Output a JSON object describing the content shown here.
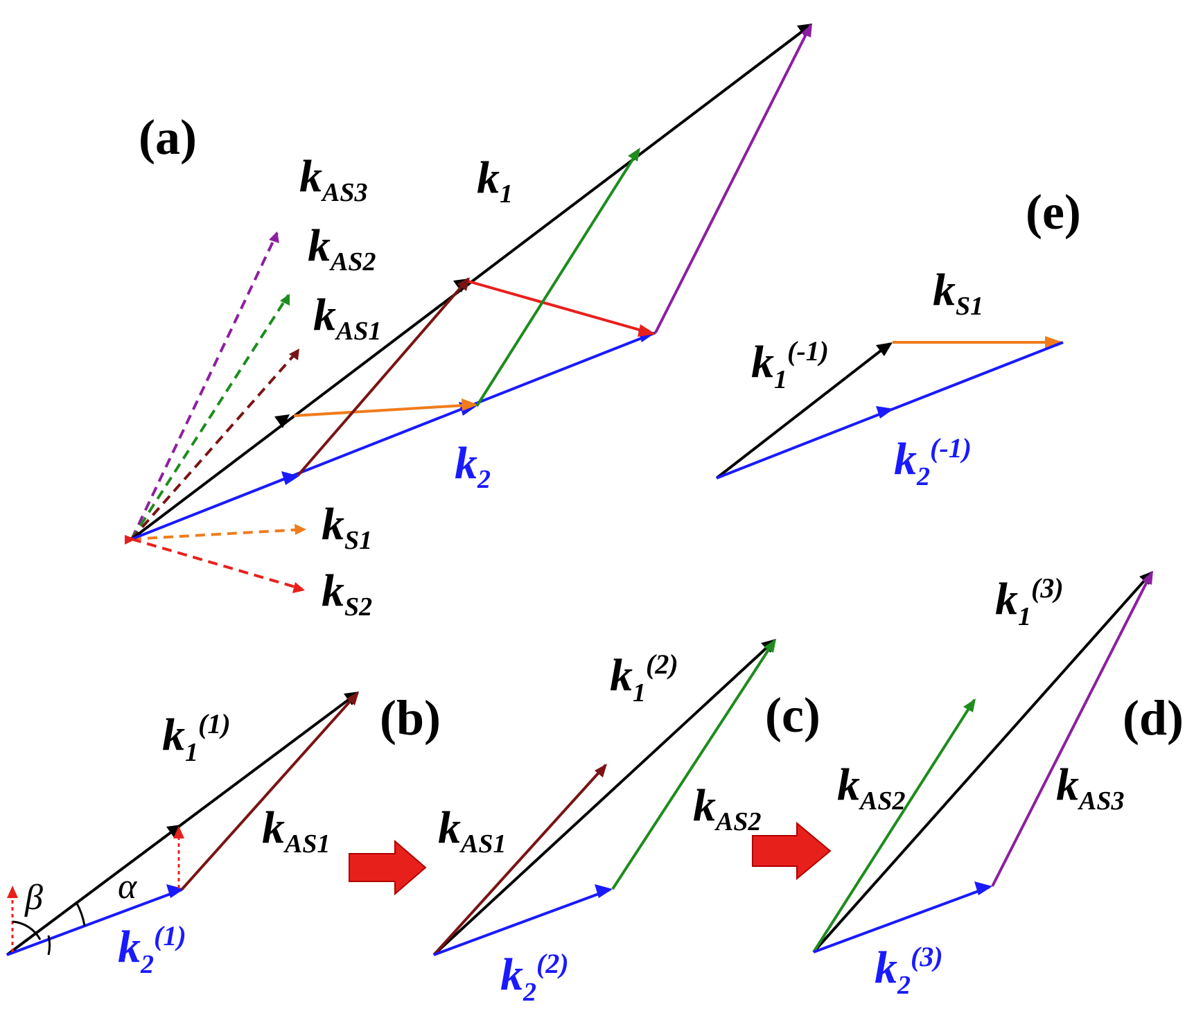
{
  "colors": {
    "black": "#000000",
    "blue": "#1a1aff",
    "red": "#e8201c",
    "orange": "#f07c1c",
    "green": "#1e8c1e",
    "maroon": "#7a1414",
    "purple": "#8c1fa0",
    "arrow_fill": "#e8201c"
  },
  "panels": {
    "a": {
      "label": "(a)"
    },
    "b": {
      "label": "(b)"
    },
    "c": {
      "label": "(c)"
    },
    "d": {
      "label": "(d)"
    },
    "e": {
      "label": "(e)"
    }
  },
  "labels": {
    "a_kAS3": {
      "base": "k",
      "sub": "AS3"
    },
    "a_k1": {
      "base": "k",
      "sub": "1"
    },
    "a_kAS2": {
      "base": "k",
      "sub": "AS2"
    },
    "a_kAS1": {
      "base": "k",
      "sub": "AS1"
    },
    "a_k2": {
      "base": "k",
      "sub": "2"
    },
    "a_kS1": {
      "base": "k",
      "sub": "S1"
    },
    "a_kS2": {
      "base": "k",
      "sub": "S2"
    },
    "e_kS1": {
      "base": "k",
      "sub": "S1"
    },
    "e_k1": {
      "base": "k",
      "sub": "1",
      "sup": "(-1)"
    },
    "e_k2": {
      "base": "k",
      "sub": "2",
      "sup": "(-1)"
    },
    "b_k1": {
      "base": "k",
      "sub": "1",
      "sup": "(1)"
    },
    "b_kAS1": {
      "base": "k",
      "sub": "AS1"
    },
    "b_k2": {
      "base": "k",
      "sub": "2",
      "sup": "(1)"
    },
    "b_alpha": {
      "text": "α"
    },
    "b_beta": {
      "text": "β"
    },
    "c_k1": {
      "base": "k",
      "sub": "1",
      "sup": "(2)"
    },
    "c_kAS1": {
      "base": "k",
      "sub": "AS1"
    },
    "c_kAS2": {
      "base": "k",
      "sub": "AS2"
    },
    "c_k2": {
      "base": "k",
      "sub": "2",
      "sup": "(2)"
    },
    "d_k1": {
      "base": "k",
      "sub": "1",
      "sup": "(3)"
    },
    "d_kAS2": {
      "base": "k",
      "sub": "AS2"
    },
    "d_kAS3": {
      "base": "k",
      "sub": "AS3"
    },
    "d_k2": {
      "base": "k",
      "sub": "2",
      "sup": "(3)"
    }
  }
}
